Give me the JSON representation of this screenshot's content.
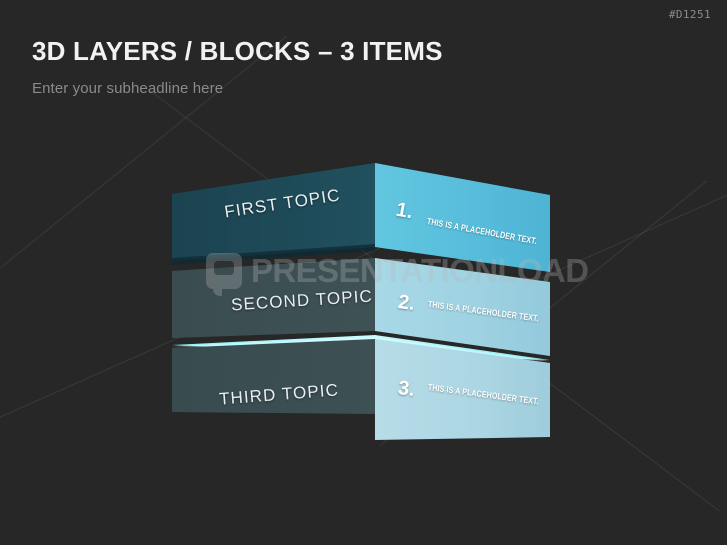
{
  "slide": {
    "code": "#D1251",
    "title": "3D LAYERS / BLOCKS – 3 ITEMS",
    "subtitle": "Enter your subheadline here",
    "background_color": "#272727"
  },
  "watermark": {
    "text": "PRESENTATIONLOAD",
    "icon": "speech-bubble-logo-icon"
  },
  "blocks": [
    {
      "topic": "FIRST TOPIC",
      "number": "1.",
      "placeholder": "THIS IS A PLACEHOLDER TEXT.",
      "left_face_color": "#1e4450",
      "right_face_color": "#5bc0db",
      "top_face_color": "#123440"
    },
    {
      "topic": "SECOND TOPIC",
      "number": "2.",
      "placeholder": "THIS IS A PLACEHOLDER TEXT.",
      "left_face_color": "#3c4e52",
      "right_face_color": "#a1d4e3",
      "top_face_color": "#20353c"
    },
    {
      "topic": "THIRD TOPIC",
      "number": "3.",
      "placeholder": "THIS IS A PLACEHOLDER TEXT.",
      "left_face_color": "#3a4d51",
      "right_face_color": "#afd8e3",
      "top_face_color": "#9ff0f7"
    }
  ]
}
